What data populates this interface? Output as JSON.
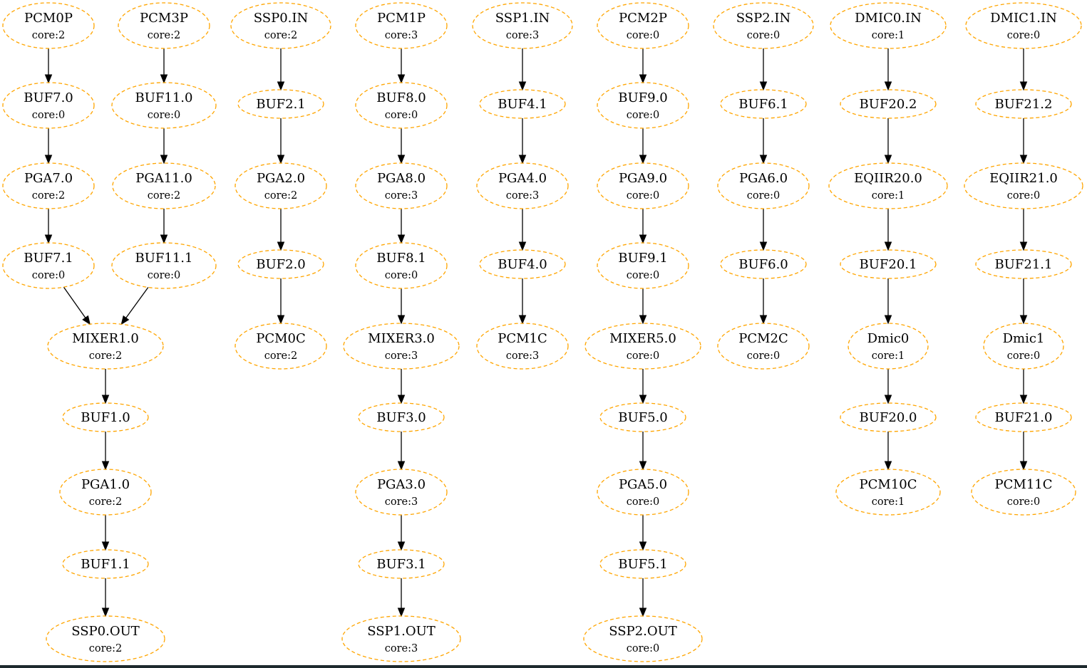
{
  "diagram": {
    "type": "directed-graph",
    "node_style": "dashed-ellipse",
    "node_border_color": "#ffa500",
    "edge_color": "#000000",
    "nodes": [
      {
        "id": "PCM0P",
        "label": "PCM0P",
        "core": "core:2"
      },
      {
        "id": "BUF7.0",
        "label": "BUF7.0",
        "core": "core:0"
      },
      {
        "id": "PGA7.0",
        "label": "PGA7.0",
        "core": "core:2"
      },
      {
        "id": "BUF7.1",
        "label": "BUF7.1",
        "core": "core:0"
      },
      {
        "id": "PCM3P",
        "label": "PCM3P",
        "core": "core:2"
      },
      {
        "id": "BUF11.0",
        "label": "BUF11.0",
        "core": "core:0"
      },
      {
        "id": "PGA11.0",
        "label": "PGA11.0",
        "core": "core:2"
      },
      {
        "id": "BUF11.1",
        "label": "BUF11.1",
        "core": "core:0"
      },
      {
        "id": "MIXER1.0",
        "label": "MIXER1.0",
        "core": "core:2"
      },
      {
        "id": "BUF1.0",
        "label": "BUF1.0",
        "core": ""
      },
      {
        "id": "PGA1.0",
        "label": "PGA1.0",
        "core": "core:2"
      },
      {
        "id": "BUF1.1",
        "label": "BUF1.1",
        "core": ""
      },
      {
        "id": "SSP0.OUT",
        "label": "SSP0.OUT",
        "core": "core:2"
      },
      {
        "id": "SSP0.IN",
        "label": "SSP0.IN",
        "core": "core:2"
      },
      {
        "id": "BUF2.1",
        "label": "BUF2.1",
        "core": ""
      },
      {
        "id": "PGA2.0",
        "label": "PGA2.0",
        "core": "core:2"
      },
      {
        "id": "BUF2.0",
        "label": "BUF2.0",
        "core": ""
      },
      {
        "id": "PCM0C",
        "label": "PCM0C",
        "core": "core:2"
      },
      {
        "id": "PCM1P",
        "label": "PCM1P",
        "core": "core:3"
      },
      {
        "id": "BUF8.0",
        "label": "BUF8.0",
        "core": "core:0"
      },
      {
        "id": "PGA8.0",
        "label": "PGA8.0",
        "core": "core:3"
      },
      {
        "id": "BUF8.1",
        "label": "BUF8.1",
        "core": "core:0"
      },
      {
        "id": "MIXER3.0",
        "label": "MIXER3.0",
        "core": "core:3"
      },
      {
        "id": "BUF3.0",
        "label": "BUF3.0",
        "core": ""
      },
      {
        "id": "PGA3.0",
        "label": "PGA3.0",
        "core": "core:3"
      },
      {
        "id": "BUF3.1",
        "label": "BUF3.1",
        "core": ""
      },
      {
        "id": "SSP1.OUT",
        "label": "SSP1.OUT",
        "core": "core:3"
      },
      {
        "id": "SSP1.IN",
        "label": "SSP1.IN",
        "core": "core:3"
      },
      {
        "id": "BUF4.1",
        "label": "BUF4.1",
        "core": ""
      },
      {
        "id": "PGA4.0",
        "label": "PGA4.0",
        "core": "core:3"
      },
      {
        "id": "BUF4.0",
        "label": "BUF4.0",
        "core": ""
      },
      {
        "id": "PCM1C",
        "label": "PCM1C",
        "core": "core:3"
      },
      {
        "id": "PCM2P",
        "label": "PCM2P",
        "core": "core:0"
      },
      {
        "id": "BUF9.0",
        "label": "BUF9.0",
        "core": "core:0"
      },
      {
        "id": "PGA9.0",
        "label": "PGA9.0",
        "core": "core:0"
      },
      {
        "id": "BUF9.1",
        "label": "BUF9.1",
        "core": "core:0"
      },
      {
        "id": "MIXER5.0",
        "label": "MIXER5.0",
        "core": "core:0"
      },
      {
        "id": "BUF5.0",
        "label": "BUF5.0",
        "core": ""
      },
      {
        "id": "PGA5.0",
        "label": "PGA5.0",
        "core": "core:0"
      },
      {
        "id": "BUF5.1",
        "label": "BUF5.1",
        "core": ""
      },
      {
        "id": "SSP2.OUT",
        "label": "SSP2.OUT",
        "core": "core:0"
      },
      {
        "id": "SSP2.IN",
        "label": "SSP2.IN",
        "core": "core:0"
      },
      {
        "id": "BUF6.1",
        "label": "BUF6.1",
        "core": ""
      },
      {
        "id": "PGA6.0",
        "label": "PGA6.0",
        "core": "core:0"
      },
      {
        "id": "BUF6.0",
        "label": "BUF6.0",
        "core": ""
      },
      {
        "id": "PCM2C",
        "label": "PCM2C",
        "core": "core:0"
      },
      {
        "id": "DMIC0.IN",
        "label": "DMIC0.IN",
        "core": "core:1"
      },
      {
        "id": "BUF20.2",
        "label": "BUF20.2",
        "core": ""
      },
      {
        "id": "EQIIR20.0",
        "label": "EQIIR20.0",
        "core": "core:1"
      },
      {
        "id": "BUF20.1",
        "label": "BUF20.1",
        "core": ""
      },
      {
        "id": "Dmic0",
        "label": "Dmic0",
        "core": "core:1"
      },
      {
        "id": "BUF20.0",
        "label": "BUF20.0",
        "core": ""
      },
      {
        "id": "PCM10C",
        "label": "PCM10C",
        "core": "core:1"
      },
      {
        "id": "DMIC1.IN",
        "label": "DMIC1.IN",
        "core": "core:0"
      },
      {
        "id": "BUF21.2",
        "label": "BUF21.2",
        "core": ""
      },
      {
        "id": "EQIIR21.0",
        "label": "EQIIR21.0",
        "core": "core:0"
      },
      {
        "id": "BUF21.1",
        "label": "BUF21.1",
        "core": ""
      },
      {
        "id": "Dmic1",
        "label": "Dmic1",
        "core": "core:0"
      },
      {
        "id": "BUF21.0",
        "label": "BUF21.0",
        "core": ""
      },
      {
        "id": "PCM11C",
        "label": "PCM11C",
        "core": "core:0"
      }
    ],
    "edges": [
      [
        "PCM0P",
        "BUF7.0"
      ],
      [
        "BUF7.0",
        "PGA7.0"
      ],
      [
        "PGA7.0",
        "BUF7.1"
      ],
      [
        "BUF7.1",
        "MIXER1.0"
      ],
      [
        "PCM3P",
        "BUF11.0"
      ],
      [
        "BUF11.0",
        "PGA11.0"
      ],
      [
        "PGA11.0",
        "BUF11.1"
      ],
      [
        "BUF11.1",
        "MIXER1.0"
      ],
      [
        "MIXER1.0",
        "BUF1.0"
      ],
      [
        "BUF1.0",
        "PGA1.0"
      ],
      [
        "PGA1.0",
        "BUF1.1"
      ],
      [
        "BUF1.1",
        "SSP0.OUT"
      ],
      [
        "SSP0.IN",
        "BUF2.1"
      ],
      [
        "BUF2.1",
        "PGA2.0"
      ],
      [
        "PGA2.0",
        "BUF2.0"
      ],
      [
        "BUF2.0",
        "PCM0C"
      ],
      [
        "PCM1P",
        "BUF8.0"
      ],
      [
        "BUF8.0",
        "PGA8.0"
      ],
      [
        "PGA8.0",
        "BUF8.1"
      ],
      [
        "BUF8.1",
        "MIXER3.0"
      ],
      [
        "MIXER3.0",
        "BUF3.0"
      ],
      [
        "BUF3.0",
        "PGA3.0"
      ],
      [
        "PGA3.0",
        "BUF3.1"
      ],
      [
        "BUF3.1",
        "SSP1.OUT"
      ],
      [
        "SSP1.IN",
        "BUF4.1"
      ],
      [
        "BUF4.1",
        "PGA4.0"
      ],
      [
        "PGA4.0",
        "BUF4.0"
      ],
      [
        "BUF4.0",
        "PCM1C"
      ],
      [
        "PCM2P",
        "BUF9.0"
      ],
      [
        "BUF9.0",
        "PGA9.0"
      ],
      [
        "PGA9.0",
        "BUF9.1"
      ],
      [
        "BUF9.1",
        "MIXER5.0"
      ],
      [
        "MIXER5.0",
        "BUF5.0"
      ],
      [
        "BUF5.0",
        "PGA5.0"
      ],
      [
        "PGA5.0",
        "BUF5.1"
      ],
      [
        "BUF5.1",
        "SSP2.OUT"
      ],
      [
        "SSP2.IN",
        "BUF6.1"
      ],
      [
        "BUF6.1",
        "PGA6.0"
      ],
      [
        "PGA6.0",
        "BUF6.0"
      ],
      [
        "BUF6.0",
        "PCM2C"
      ],
      [
        "DMIC0.IN",
        "BUF20.2"
      ],
      [
        "BUF20.2",
        "EQIIR20.0"
      ],
      [
        "EQIIR20.0",
        "BUF20.1"
      ],
      [
        "BUF20.1",
        "Dmic0"
      ],
      [
        "Dmic0",
        "BUF20.0"
      ],
      [
        "BUF20.0",
        "PCM10C"
      ],
      [
        "DMIC1.IN",
        "BUF21.2"
      ],
      [
        "BUF21.2",
        "EQIIR21.0"
      ],
      [
        "EQIIR21.0",
        "BUF21.1"
      ],
      [
        "BUF21.1",
        "Dmic1"
      ],
      [
        "Dmic1",
        "BUF21.0"
      ],
      [
        "BUF21.0",
        "PCM11C"
      ]
    ]
  }
}
